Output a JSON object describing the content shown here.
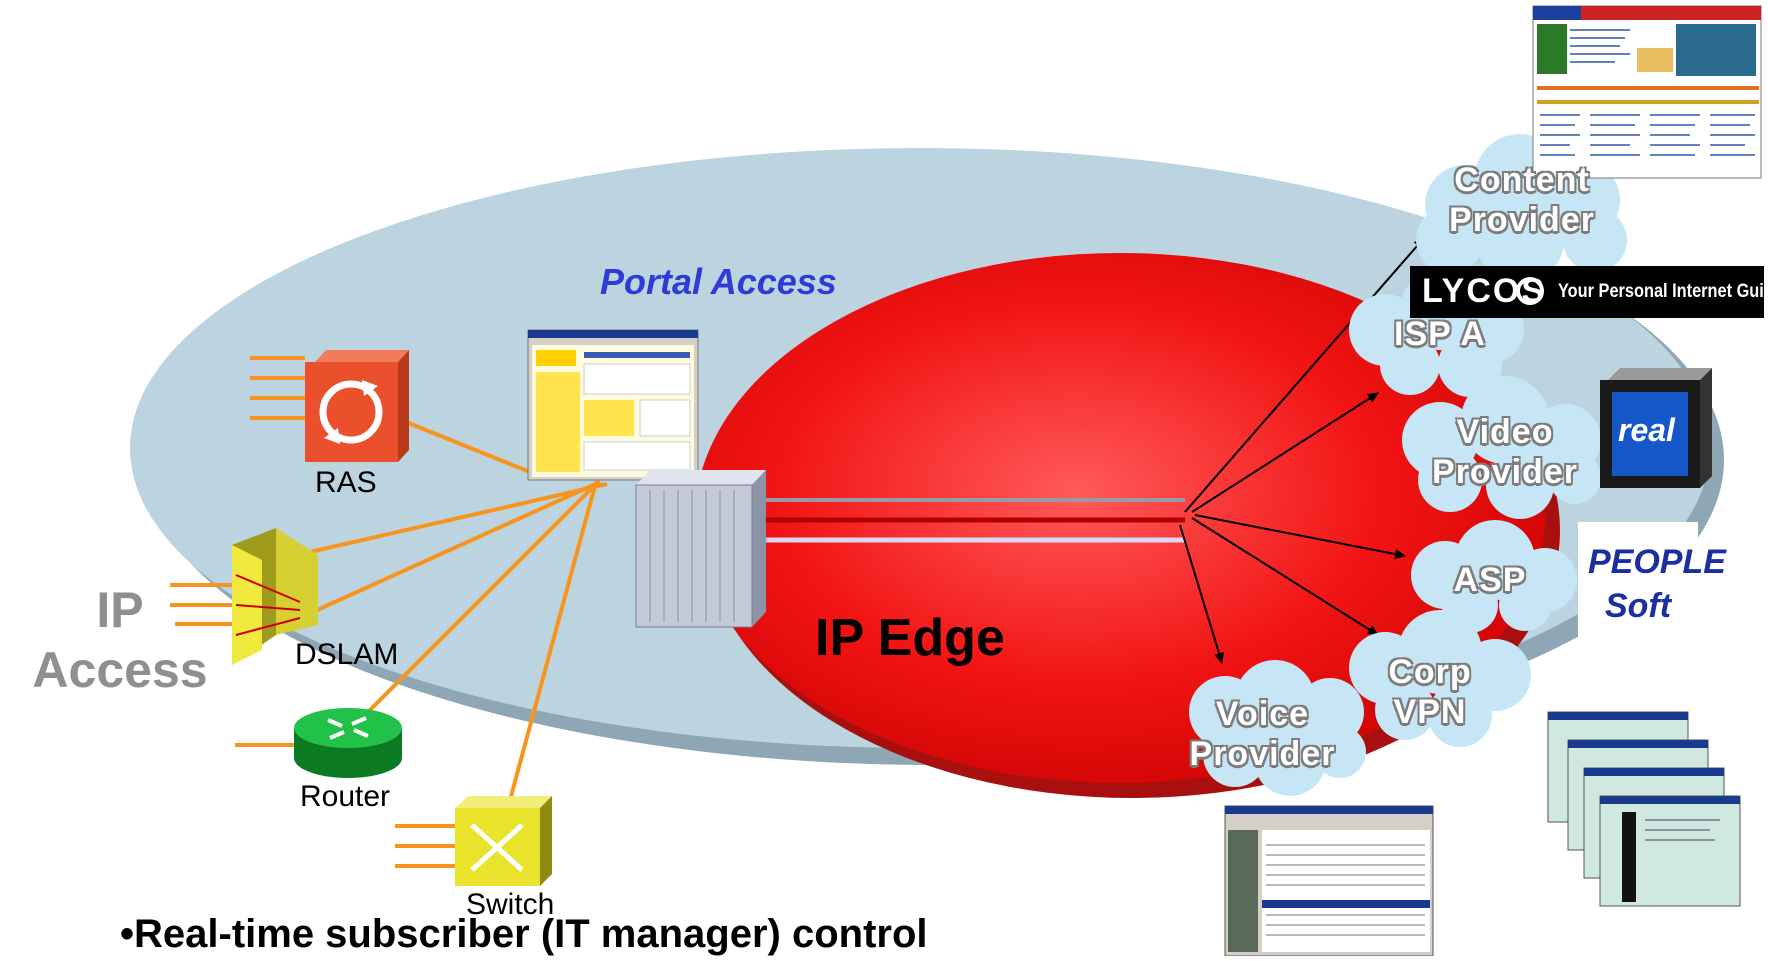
{
  "portal_label": "Portal Access",
  "edge_label": "IP Edge",
  "access_label": "IP Access",
  "devices": {
    "ras": "RAS",
    "dslam": "DSLAM",
    "router": "Router",
    "switch": "Switch"
  },
  "clouds": {
    "content": "Content Provider",
    "isp": "ISP A",
    "video": "Video Provider",
    "asp": "ASP",
    "corp": "Corp VPN",
    "voice": "Voice Provider"
  },
  "logos": {
    "lycos": "LYCOS",
    "lycos_tagline": "Your Personal Internet Guide",
    "real": "real",
    "peoplesoft": "PEOPLE Soft"
  },
  "bullet": "•Real-time subscriber (IT manager) control",
  "colors": {
    "outer_ellipse": "#bcd3e0",
    "inner_ellipse": "#f21414",
    "access_link": "#f7941d",
    "portal_text": "#2e3bd6",
    "access_text": "#8f8f8f"
  }
}
